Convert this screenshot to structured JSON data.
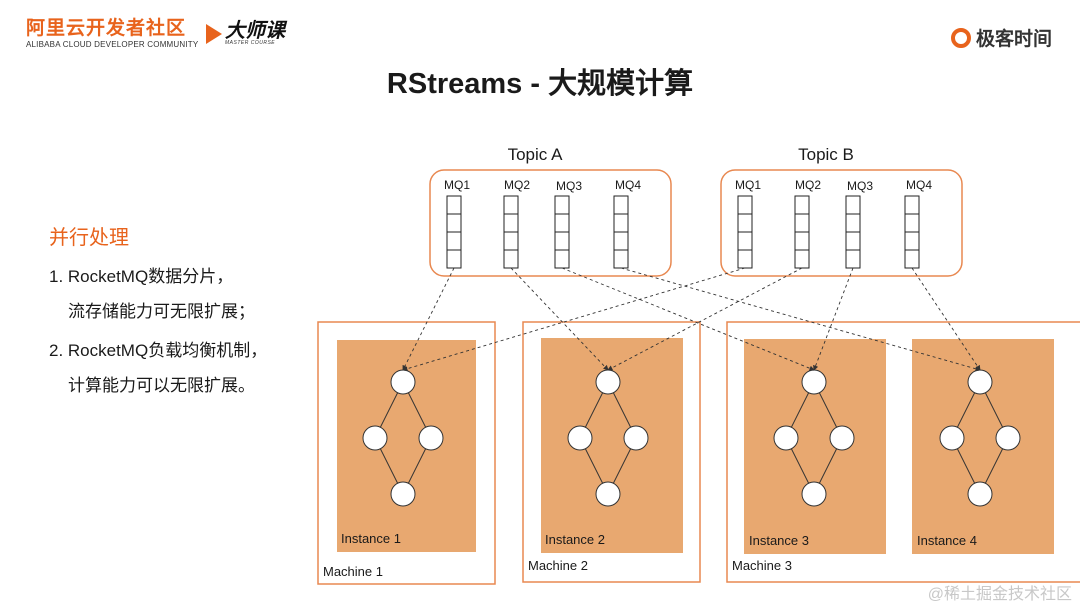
{
  "header": {
    "brand_cn": "阿里云开发者社区",
    "brand_en": "ALIBABA CLOUD DEVELOPER COMMUNITY",
    "master_title": "大师课",
    "master_sub": "MASTER COURSE",
    "geek_logo": "极客时间",
    "geek_icon": "geek-q-icon"
  },
  "title": "RStreams - 大规模计算",
  "left_text": {
    "heading": "并行处理",
    "lines": [
      "1. RocketMQ数据分片，",
      "流存储能力可无限扩展；",
      "2. RocketMQ负载均衡机制，",
      "计算能力可以无限扩展。"
    ]
  },
  "diagram": {
    "topics": [
      {
        "title": "Topic A",
        "queues": [
          "MQ1",
          "MQ2",
          "MQ3",
          "MQ4"
        ]
      },
      {
        "title": "Topic B",
        "queues": [
          "MQ1",
          "MQ2",
          "MQ3",
          "MQ4"
        ]
      }
    ],
    "machines": [
      {
        "label": "Machine 1",
        "instances": [
          "Instance 1"
        ]
      },
      {
        "label": "Machine 2",
        "instances": [
          "Instance 2"
        ]
      },
      {
        "label": "Machine 3",
        "instances": [
          "Instance 3",
          "Instance 4"
        ]
      }
    ]
  },
  "colors": {
    "accent": "#e8631c",
    "instance_fill": "#e8a870",
    "topic_border": "#e88850"
  },
  "watermark": "@稀土掘金技术社区"
}
